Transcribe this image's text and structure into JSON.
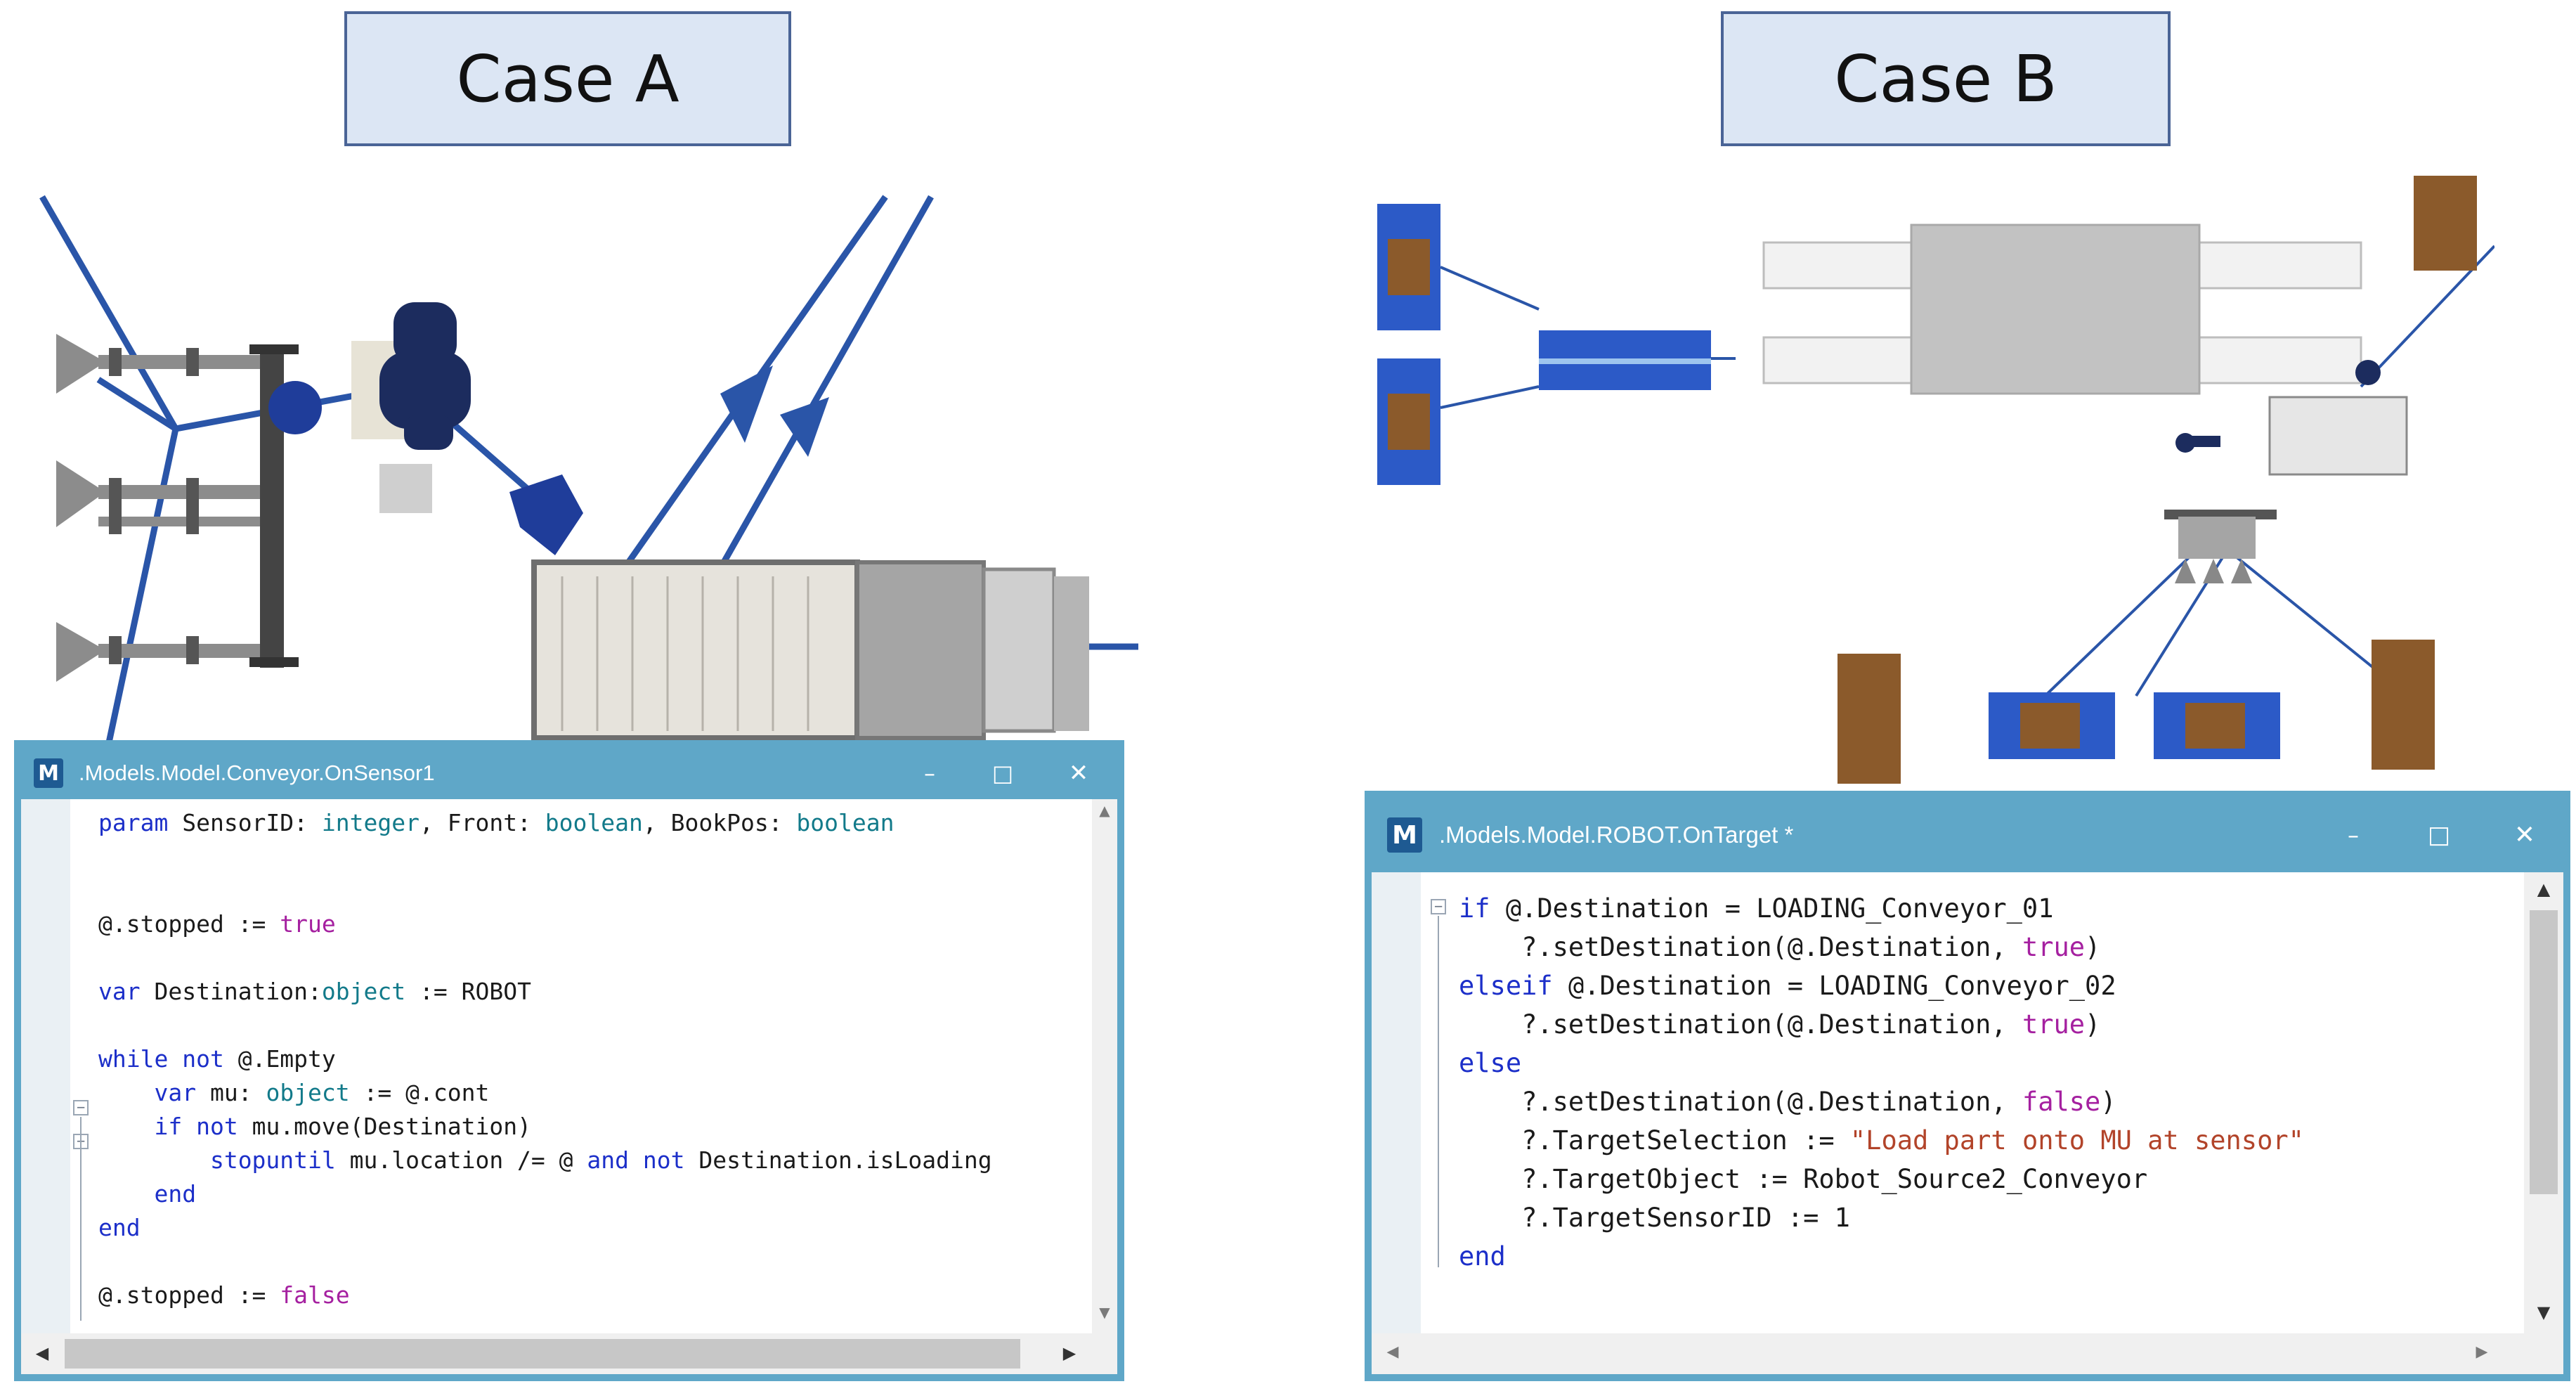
{
  "case_a": {
    "label": "Case A",
    "window": {
      "title": ".Models.Model.Conveyor.OnSensor1",
      "icon_letter": "M",
      "icon": "plant-simulation-icon",
      "buttons": {
        "minimize": "–",
        "maximize": "□",
        "close": "✕"
      },
      "code": [
        [
          [
            "kw",
            "param "
          ],
          [
            "",
            "SensorID: "
          ],
          [
            "ty",
            "integer"
          ],
          [
            "",
            ", Front: "
          ],
          [
            "ty",
            "boolean"
          ],
          [
            "",
            ", BookPos: "
          ],
          [
            "ty",
            "boolean"
          ]
        ],
        [],
        [],
        [
          [
            "",
            "@.stopped := "
          ],
          [
            "lit",
            "true"
          ]
        ],
        [],
        [
          [
            "kw",
            "var "
          ],
          [
            "",
            "Destination:"
          ],
          [
            "ty",
            "object"
          ],
          [
            "",
            " := ROBOT"
          ]
        ],
        [],
        [
          [
            "kw",
            "while "
          ],
          [
            "kw",
            "not "
          ],
          [
            "",
            "@.Empty"
          ]
        ],
        [
          [
            "",
            "    "
          ],
          [
            "kw",
            "var "
          ],
          [
            "",
            "mu: "
          ],
          [
            "ty",
            "object"
          ],
          [
            "",
            " := @.cont"
          ]
        ],
        [
          [
            "",
            "    "
          ],
          [
            "kw",
            "if "
          ],
          [
            "kw",
            "not "
          ],
          [
            "",
            "mu.move(Destination)"
          ]
        ],
        [
          [
            "",
            "        "
          ],
          [
            "kw",
            "stopuntil "
          ],
          [
            "",
            "mu.location /= @ "
          ],
          [
            "kw",
            "and "
          ],
          [
            "kw",
            "not "
          ],
          [
            "",
            "Destination.isLoading"
          ]
        ],
        [
          [
            "",
            "    "
          ],
          [
            "kw",
            "end"
          ]
        ],
        [
          [
            "kw",
            "end"
          ]
        ],
        [],
        [
          [
            "",
            "@.stopped := "
          ],
          [
            "lit",
            "false"
          ]
        ]
      ]
    }
  },
  "case_b": {
    "label": "Case B",
    "window": {
      "title": ".Models.Model.ROBOT.OnTarget *",
      "icon_letter": "M",
      "icon": "plant-simulation-icon",
      "buttons": {
        "minimize": "–",
        "maximize": "□",
        "close": "✕"
      },
      "code": [
        [
          [
            "kw",
            "if "
          ],
          [
            "",
            "@.Destination = LOADING_Conveyor_01"
          ]
        ],
        [
          [
            "",
            "    ?.setDestination(@.Destination, "
          ],
          [
            "lit",
            "true"
          ],
          [
            "",
            ")"
          ]
        ],
        [
          [
            "kw",
            "elseif "
          ],
          [
            "",
            "@.Destination = LOADING_Conveyor_02"
          ]
        ],
        [
          [
            "",
            "    ?.setDestination(@.Destination, "
          ],
          [
            "lit",
            "true"
          ],
          [
            "",
            ")"
          ]
        ],
        [
          [
            "kw",
            "else"
          ]
        ],
        [
          [
            "",
            "    ?.setDestination(@.Destination, "
          ],
          [
            "lit",
            "false"
          ],
          [
            "",
            ")"
          ]
        ],
        [
          [
            "",
            "    ?.TargetSelection := "
          ],
          [
            "str",
            "\"Load part onto MU at sensor\""
          ]
        ],
        [
          [
            "",
            "    ?.TargetObject := Robot_Source2_Conveyor"
          ]
        ],
        [
          [
            "",
            "    ?.TargetSensorID := 1"
          ]
        ],
        [
          [
            "kw",
            "end"
          ]
        ]
      ]
    }
  },
  "colors": {
    "window_frame": "#5fa7c8",
    "keyword": "#1c2fc9",
    "type": "#127a8a",
    "literal": "#a520a0",
    "string": "#b2442a",
    "flow_arrow": "#2a55a8",
    "label_fill": "#dce6f4",
    "label_border": "#4a6496"
  }
}
